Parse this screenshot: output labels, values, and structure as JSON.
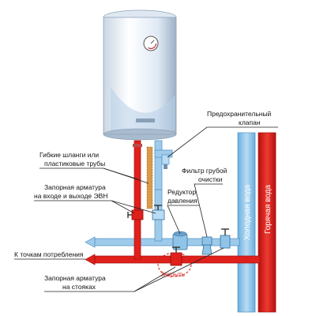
{
  "labels": {
    "safety_valve_1": "Предохранительный",
    "safety_valve_2": "клапан",
    "hoses_1": "Гибкие шланги или",
    "hoses_2": "пластиковые трубы",
    "shutoff_inlet_1": "Запорная арматура",
    "shutoff_inlet_2": "на входе и выходе ЭВН",
    "filter_1": "Фильтр грубой",
    "filter_2": "очистки",
    "reducer_1": "Редуктор",
    "reducer_2": "давления",
    "consumption": "К точкам потребления",
    "shutoff_risers_1": "Запорная арматура",
    "shutoff_risers_2": "на стояках",
    "close": "Закрыть",
    "cold_water": "Холодная вода",
    "hot_water": "Горячая вода"
  },
  "colors": {
    "cold_pipe": "#8fc4e8",
    "cold_pipe_edge": "#4a8fc4",
    "hot_pipe": "#e0201b",
    "hot_pipe_edge": "#a01010",
    "tank": "#eef4fa",
    "accent_red": "#d61a1a"
  }
}
